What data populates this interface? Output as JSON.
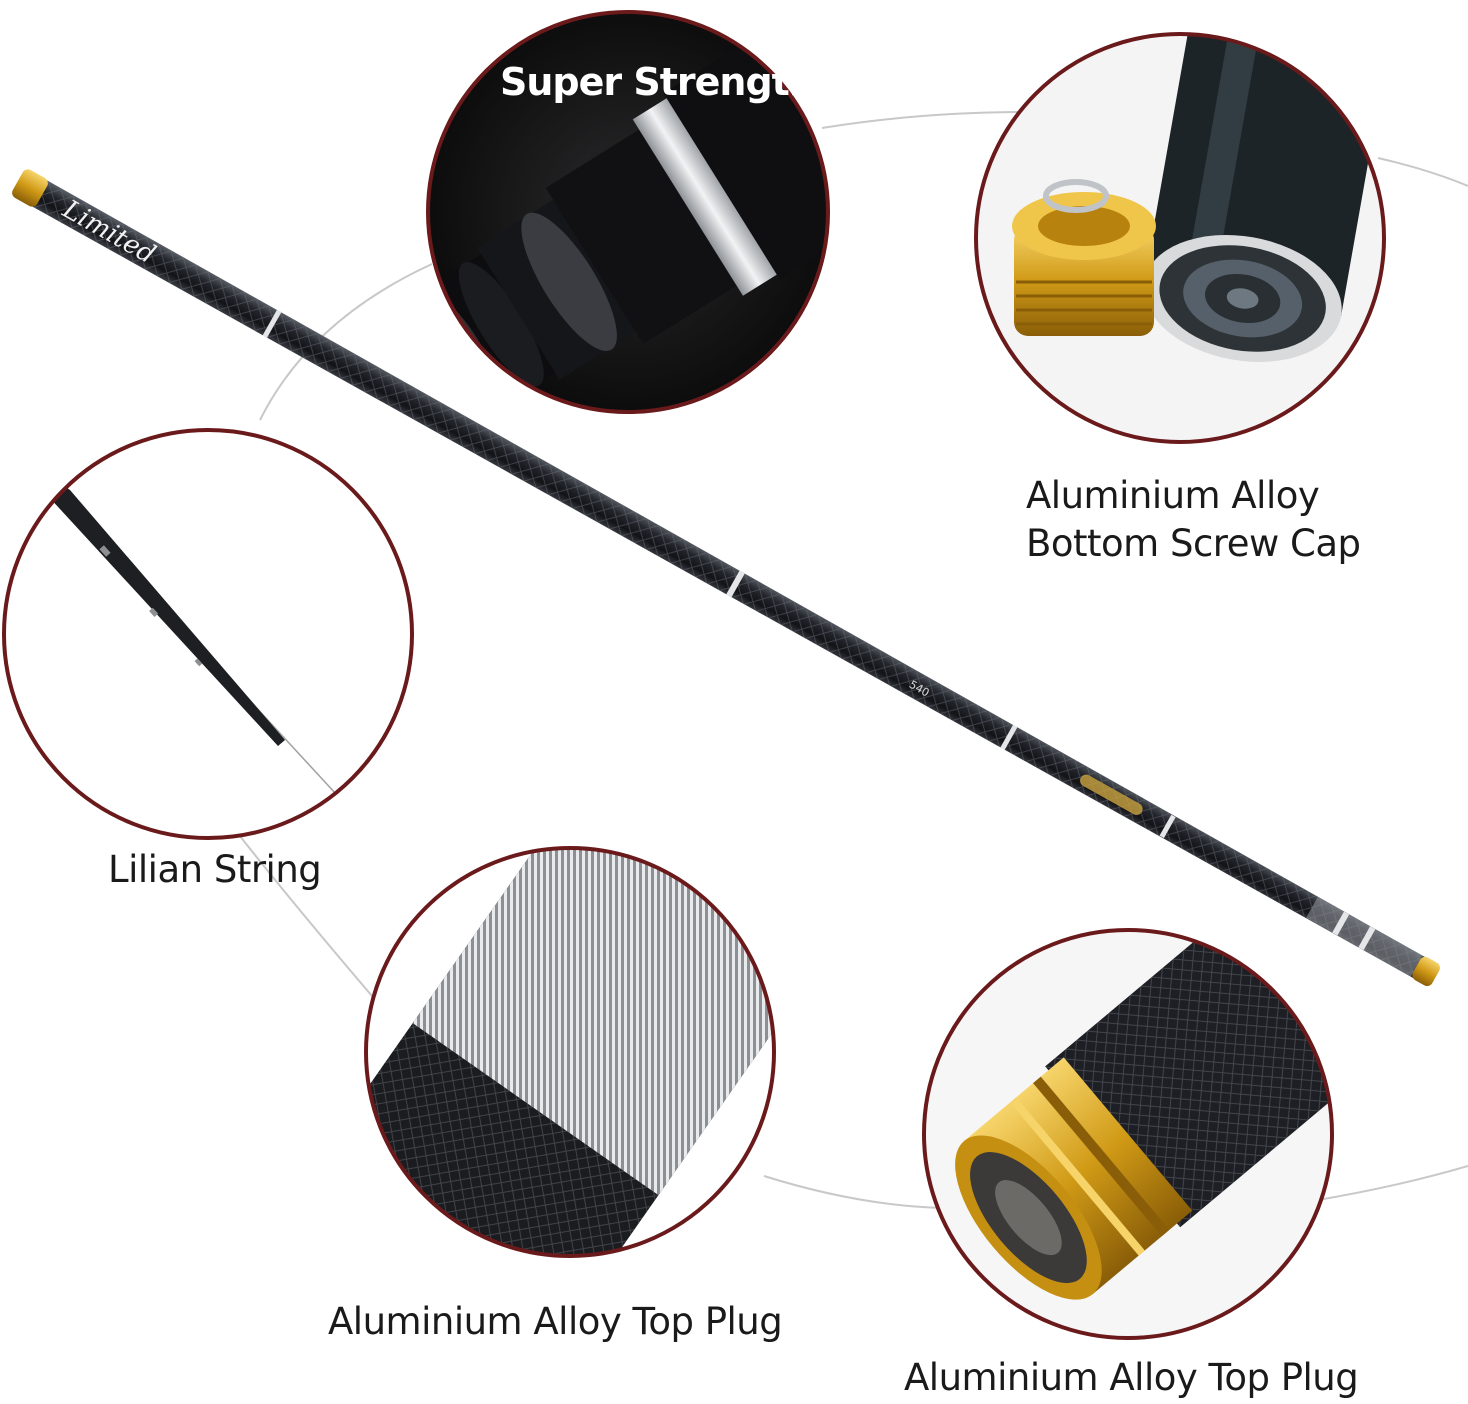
{
  "captions": {
    "super_strength": "Super Strength",
    "bottom_cap_line1": "Aluminium Alloy",
    "bottom_cap_line2": "Bottom Screw Cap",
    "lilian_string": "Lilian String",
    "top_plug_1": "Aluminium Alloy Top Plug",
    "top_plug_2": "Aluminium Alloy Top Plug"
  },
  "rod_branding": {
    "script_text": "Limited",
    "spec_text": "540"
  },
  "colors": {
    "ring_border": "#6b1a1c",
    "rod_dark": "#1b1d22",
    "gold": "#d9a21d",
    "silver": "#c9ccd0",
    "arc_line": "#c8c8c8"
  }
}
